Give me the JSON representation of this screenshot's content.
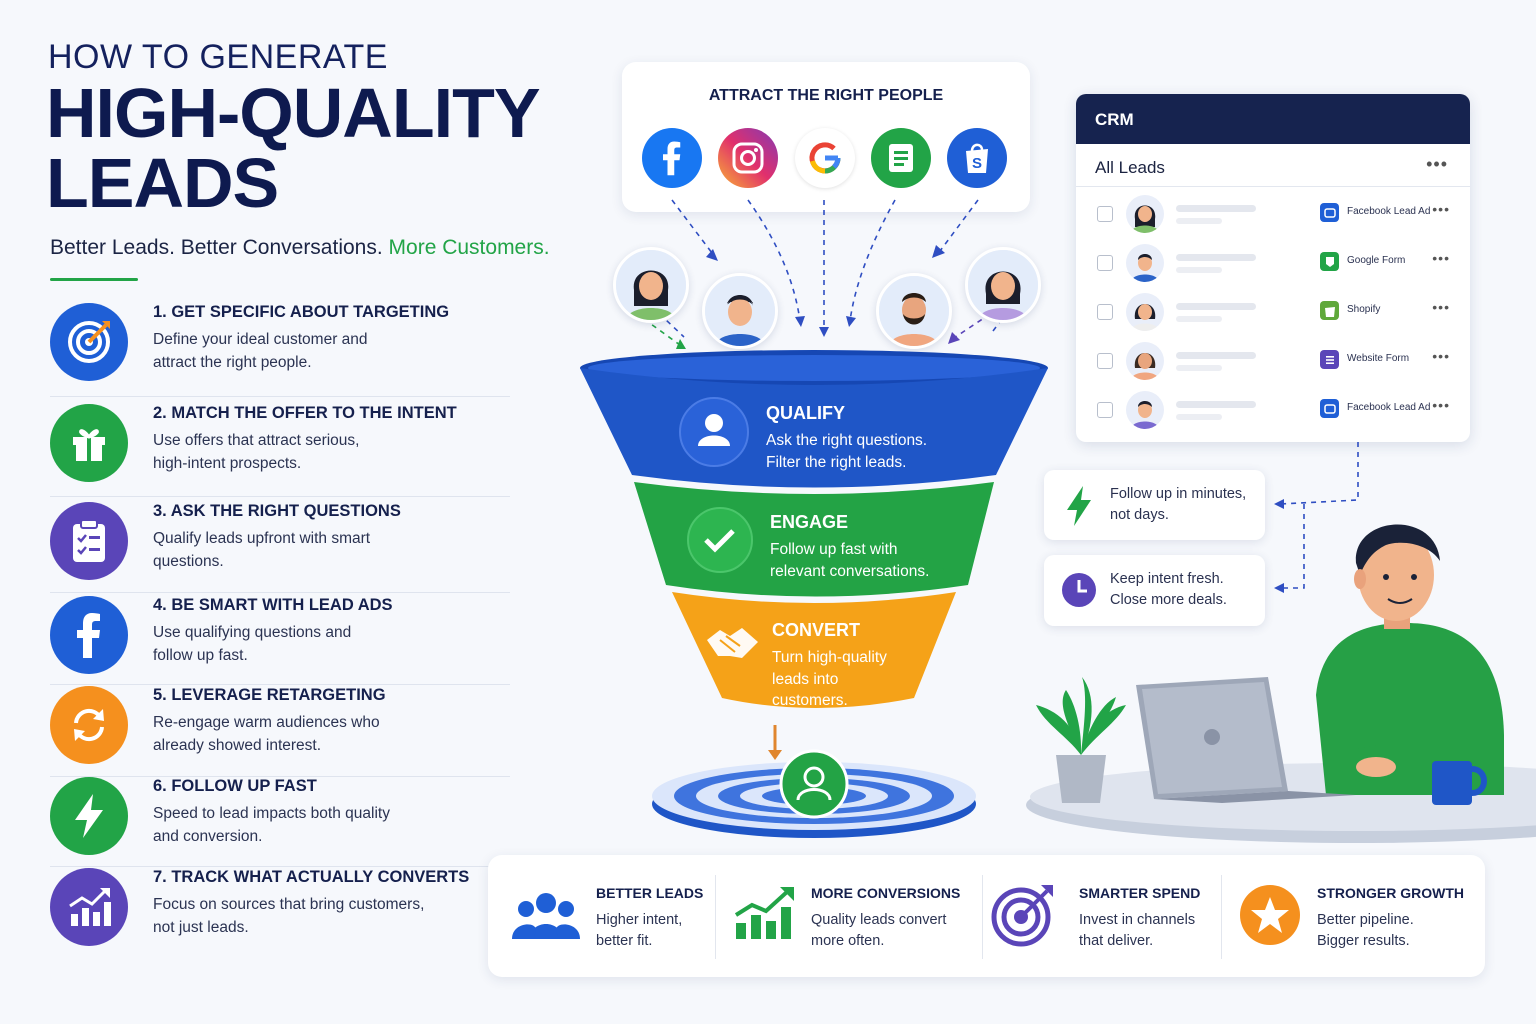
{
  "header": {
    "title_small": "HOW TO GENERATE",
    "title_big_line1": "HIGH-QUALITY",
    "title_big_line2": "LEADS",
    "subtitle_part1": "Better Leads. Better Conversations.",
    "subtitle_part2": "More Customers."
  },
  "steps": [
    {
      "title": "1. GET SPECIFIC ABOUT TARGETING",
      "desc_line1": "Define your ideal customer and",
      "desc_line2": "attract the right people.",
      "icon": "target-icon",
      "color": "#1f5fd6"
    },
    {
      "title": "2. MATCH THE OFFER TO THE INTENT",
      "desc_line1": "Use offers that attract serious,",
      "desc_line2": "high-intent prospects.",
      "icon": "gift-icon",
      "color": "#22a447"
    },
    {
      "title": "3. ASK THE RIGHT QUESTIONS",
      "desc_line1": "Qualify leads upfront with smart",
      "desc_line2": "questions.",
      "icon": "clipboard-icon",
      "color": "#5a45b8"
    },
    {
      "title": "4. BE SMART WITH LEAD ADS",
      "desc_line1": "Use qualifying questions and",
      "desc_line2": "follow up fast.",
      "icon": "facebook-icon",
      "color": "#1f5fd6"
    },
    {
      "title": "5. LEVERAGE RETARGETING",
      "desc_line1": "Re-engage warm audiences who",
      "desc_line2": "already showed interest.",
      "icon": "refresh-icon",
      "color": "#f5901e"
    },
    {
      "title": "6. FOLLOW UP FAST",
      "desc_line1": "Speed to lead impacts both quality",
      "desc_line2": "and conversion.",
      "icon": "lightning-icon",
      "color": "#22a447"
    },
    {
      "title": "7. TRACK WHAT ACTUALLY CONVERTS",
      "desc_line1": "Focus on sources that bring customers,",
      "desc_line2": "not just leads.",
      "icon": "growth-chart-icon",
      "color": "#5a45b8"
    }
  ],
  "attract": {
    "title": "ATTRACT THE RIGHT PEOPLE",
    "sources": [
      "facebook-icon",
      "instagram-icon",
      "google-icon",
      "forms-icon",
      "shopify-icon"
    ]
  },
  "funnel": [
    {
      "title": "QUALIFY",
      "desc_line1": "Ask the right questions.",
      "desc_line2": "Filter the right leads.",
      "desc_line3": "",
      "color": "#1f56c7"
    },
    {
      "title": "ENGAGE",
      "desc_line1": "Follow up fast with",
      "desc_line2": "relevant conversations.",
      "desc_line3": "",
      "color": "#23a345"
    },
    {
      "title": "CONVERT",
      "desc_line1": "Turn high-quality",
      "desc_line2": "leads into",
      "desc_line3": "customers.",
      "color": "#f5a218"
    }
  ],
  "crm": {
    "title": "CRM",
    "list_title": "All Leads",
    "menu": "•••",
    "rows": [
      {
        "source": "Facebook Lead Ad",
        "icon": "facebook-lead-icon",
        "color": "#1f5fd6"
      },
      {
        "source": "Google Form",
        "icon": "google-form-icon",
        "color": "#22a447"
      },
      {
        "source": "Shopify",
        "icon": "shopify-icon",
        "color": "#5fa83a"
      },
      {
        "source": "Website Form",
        "icon": "website-form-icon",
        "color": "#5a45b8"
      },
      {
        "source": "Facebook Lead Ad",
        "icon": "facebook-lead-icon",
        "color": "#1f5fd6"
      }
    ]
  },
  "tips": [
    {
      "line1": "Follow up in minutes,",
      "line2": "not days.",
      "icon": "lightning-icon"
    },
    {
      "line1": "Keep intent fresh.",
      "line2": "Close more deals.",
      "icon": "clock-icon"
    }
  ],
  "benefits": [
    {
      "title": "BETTER LEADS",
      "line1": "Higher intent,",
      "line2": "better fit.",
      "icon": "people-icon",
      "color": "#1f5fd6"
    },
    {
      "title": "MORE CONVERSIONS",
      "line1": "Quality leads convert",
      "line2": "more often.",
      "icon": "growth-chart-icon",
      "color": "#22a447"
    },
    {
      "title": "SMARTER SPEND",
      "line1": "Invest in channels",
      "line2": "that deliver.",
      "icon": "target-icon",
      "color": "#5a45b8"
    },
    {
      "title": "STRONGER GROWTH",
      "line1": "Better pipeline.",
      "line2": "Bigger results.",
      "icon": "star-icon",
      "color": "#f5901e"
    }
  ]
}
